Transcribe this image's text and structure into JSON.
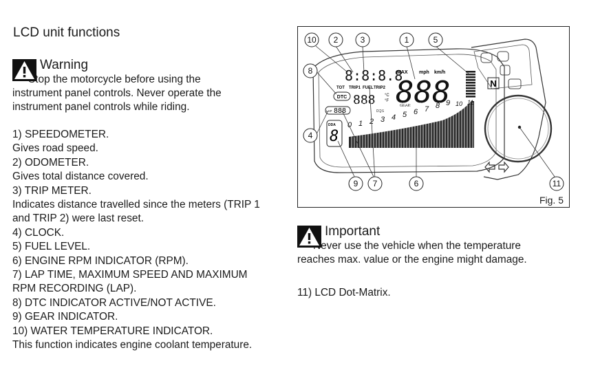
{
  "section": {
    "title": "LCD unit functions"
  },
  "warning": {
    "title": "Warning",
    "line1": "Stop the motorcycle before using the",
    "line2": "instrument panel controls. Never operate the",
    "line3": "instrument panel controls while riding."
  },
  "functions": [
    "1) SPEEDOMETER.",
    "Gives road speed.",
    "2) ODOMETER.",
    "Gives total distance covered.",
    "3) TRIP METER.",
    "Indicates distance travelled since the meters (TRIP 1",
    "and TRIP 2) were last reset.",
    "4) CLOCK.",
    "5) FUEL LEVEL.",
    "6) ENGINE RPM INDICATOR (RPM).",
    "7) LAP TIME, MAXIMUM SPEED AND MAXIMUM",
    "RPM RECORDING (LAP).",
    "8) DTC INDICATOR ACTIVE/NOT ACTIVE.",
    "9) GEAR INDICATOR.",
    "10) WATER TEMPERATURE INDICATOR.",
    "This function indicates engine coolant temperature."
  ],
  "figure": {
    "caption": "Fig. 5",
    "callouts": [
      "10",
      "2",
      "3",
      "1",
      "5",
      "8",
      "4",
      "9",
      "7",
      "6",
      "11"
    ],
    "lcd": {
      "clock": "8:8:8.8",
      "speed": "888",
      "trip": "888",
      "lap_digits": "888",
      "gear": "8",
      "dtc": "DTC",
      "neutral": "N",
      "labels": [
        "MAX",
        "mph",
        "km/h",
        "TOT",
        "TRIP1",
        "FUEL",
        "TRIP2",
        "°C",
        "°F",
        "DDA",
        "DQS",
        "GEAR",
        "LAP"
      ],
      "rpm_scale": [
        "0",
        "1",
        "2",
        "3",
        "4",
        "5",
        "6",
        "7",
        "8",
        "9",
        "10",
        "11"
      ]
    }
  },
  "important": {
    "title": "Important",
    "line1": "Never use the vehicle when the temperature",
    "line2": "reaches max. value or the engine might damage."
  },
  "extra": [
    "11) LCD Dot-Matrix."
  ]
}
